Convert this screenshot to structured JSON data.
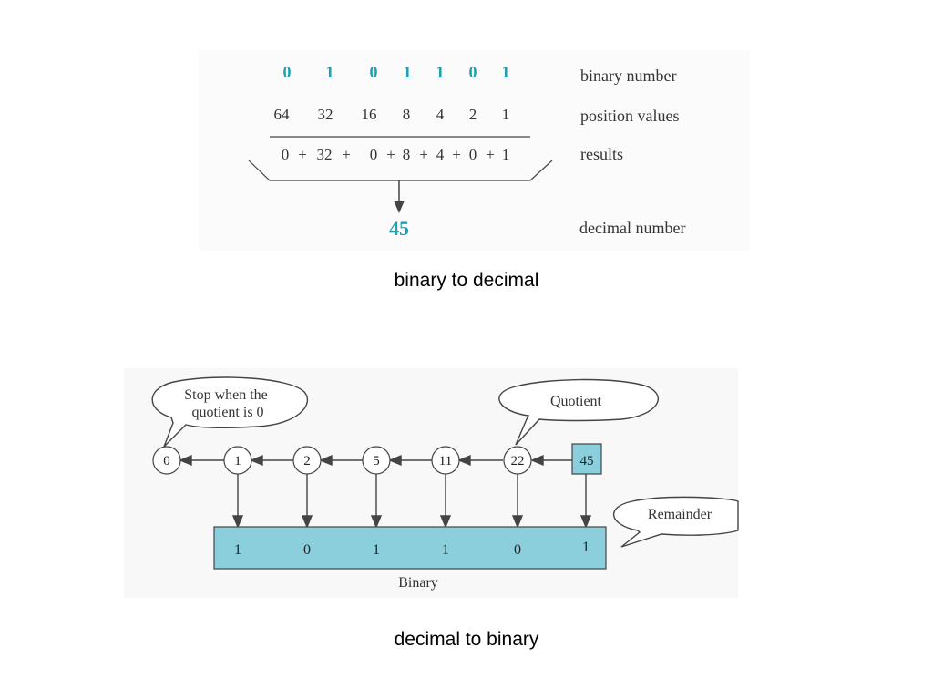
{
  "binary_to_decimal": {
    "bits": [
      "0",
      "1",
      "0",
      "1",
      "1",
      "0",
      "1"
    ],
    "position_values": [
      "64",
      "32",
      "16",
      "8",
      "4",
      "2",
      "1"
    ],
    "results": [
      "0",
      "+",
      "32",
      "+",
      "0",
      "+",
      "8",
      "+",
      "4",
      "+",
      "0",
      "+",
      "1"
    ],
    "result_value": "45",
    "labels": {
      "binary_number": "binary number",
      "position_values": "position values",
      "results": "results",
      "decimal_number": "decimal number"
    },
    "caption": "binary to decimal"
  },
  "decimal_to_binary": {
    "start_value": "45",
    "quotients": [
      "22",
      "11",
      "5",
      "2",
      "1",
      "0"
    ],
    "remainders": [
      "1",
      "0",
      "1",
      "1",
      "0",
      "1"
    ],
    "callouts": {
      "stop_line1": "Stop when the",
      "stop_line2": "quotient is 0",
      "quotient": "Quotient",
      "remainder": "Remainder"
    },
    "binary_label": "Binary",
    "caption": "decimal to binary"
  },
  "colors": {
    "accent_text": "#1e9fb4",
    "box_fill": "#8ccfdc",
    "line": "#444444"
  }
}
